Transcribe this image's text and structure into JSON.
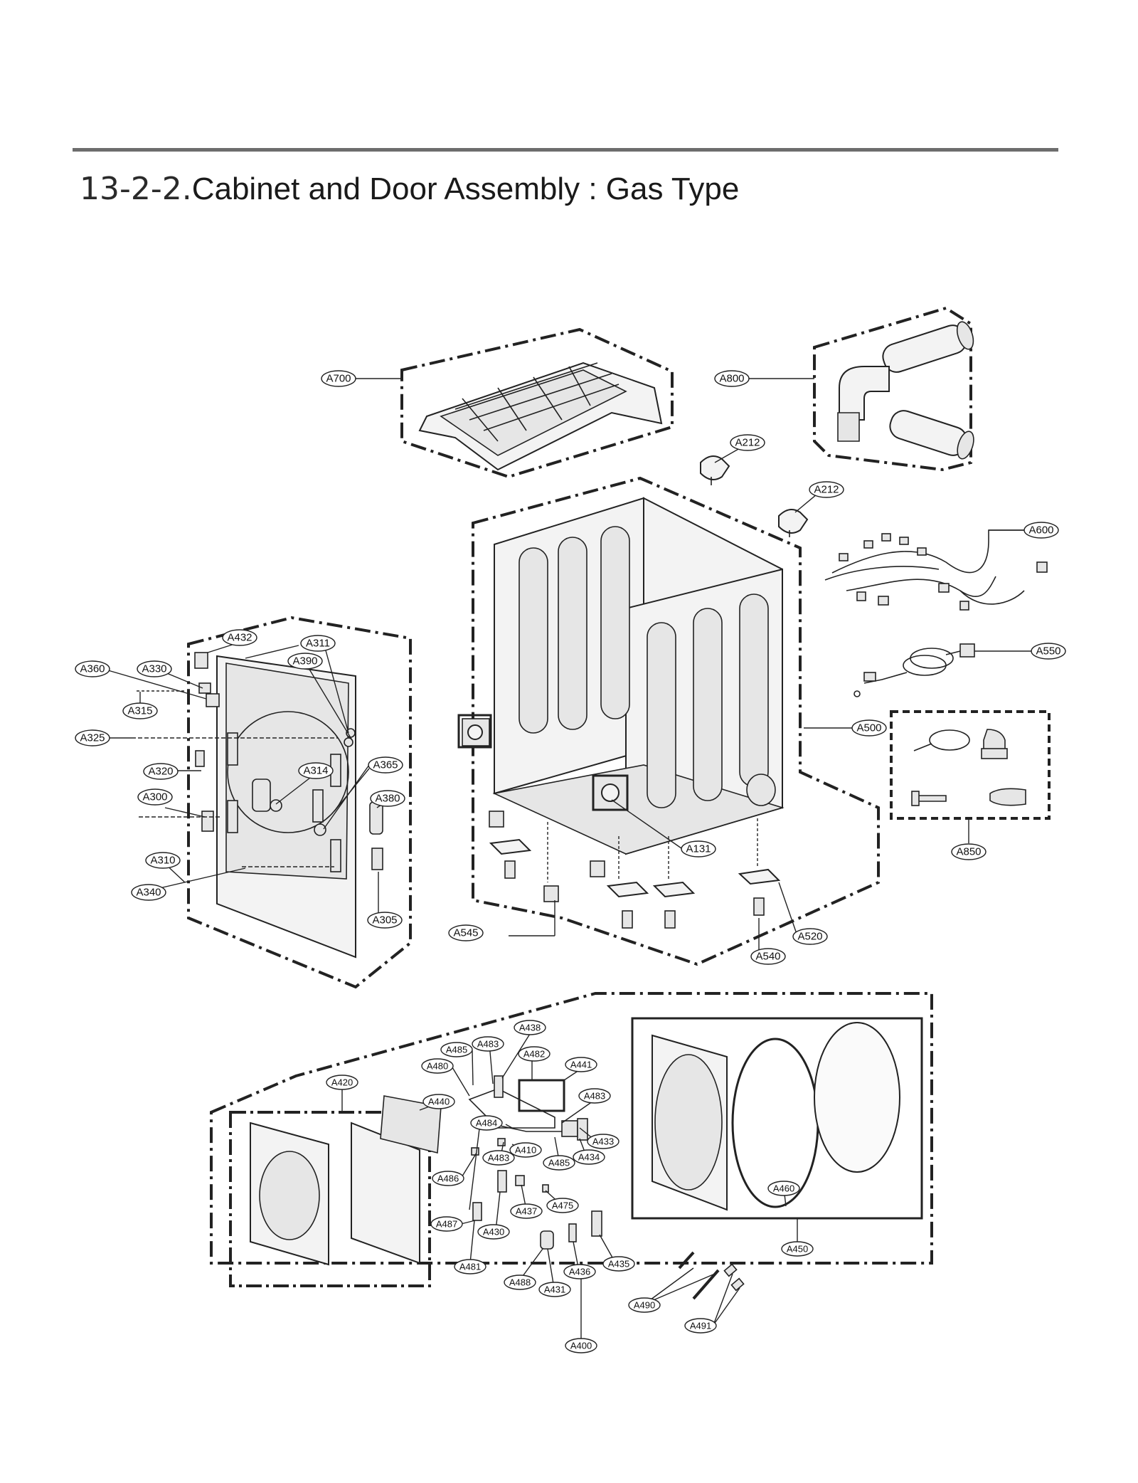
{
  "title": {
    "number": "13-2-2.",
    "text": "Cabinet and Door Assembly : Gas Type"
  },
  "labels": {
    "A700": "A700",
    "A800": "A800",
    "A212a": "A212",
    "A212b": "A212",
    "A600": "A600",
    "A550": "A550",
    "A500": "A500",
    "A850": "A850",
    "A131": "A131",
    "A545": "A545",
    "A520": "A520",
    "A540": "A540",
    "A432": "A432",
    "A311": "A311",
    "A390": "A390",
    "A360": "A360",
    "A330": "A330",
    "A315": "A315",
    "A325": "A325",
    "A320": "A320",
    "A314": "A314",
    "A365": "A365",
    "A300": "A300",
    "A380": "A380",
    "A310": "A310",
    "A340": "A340",
    "A305": "A305",
    "A438": "A438",
    "A485a": "A485",
    "A483a": "A483",
    "A480": "A480",
    "A482": "A482",
    "A441": "A441",
    "A420": "A420",
    "A440": "A440",
    "A483b": "A483",
    "A484": "A484",
    "A433": "A433",
    "A410": "A410",
    "A485b": "A485",
    "A434": "A434",
    "A483c": "A483",
    "A486": "A486",
    "A475": "A475",
    "A437": "A437",
    "A487": "A487",
    "A430": "A430",
    "A481": "A481",
    "A435": "A435",
    "A436": "A436",
    "A488": "A488",
    "A431": "A431",
    "A460": "A460",
    "A450": "A450",
    "A490": "A490",
    "A491": "A491",
    "A400": "A400"
  }
}
